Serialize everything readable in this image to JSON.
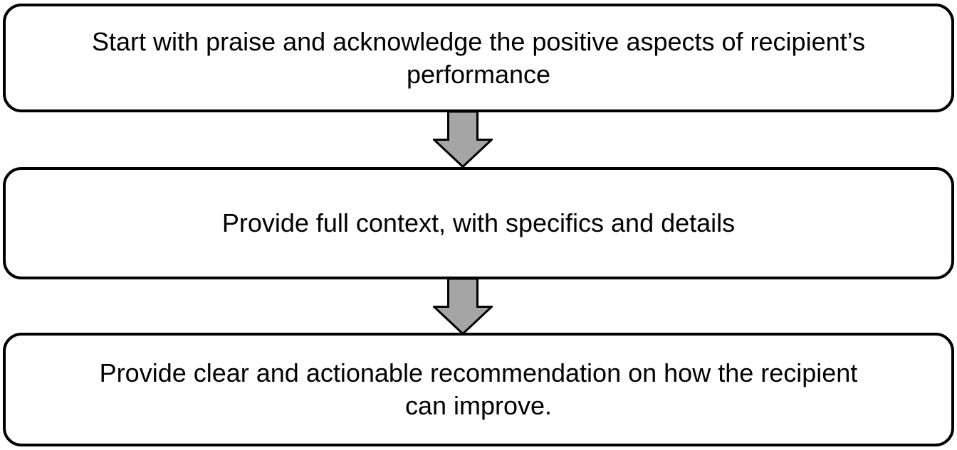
{
  "flowchart": {
    "steps": [
      {
        "text": "Start with praise and acknowledge the positive aspects of recipient’s\nperformance"
      },
      {
        "text": "Provide full context, with specifics and details"
      },
      {
        "text": "Provide clear and actionable recommendation on how the recipient\ncan improve."
      }
    ],
    "arrow_icon": "down-block-arrow",
    "colors": {
      "background": "#ffffff",
      "box_fill": "#ffffff",
      "box_border": "#000000",
      "text": "#000000",
      "arrow_fill": "#a5a5a5",
      "arrow_stroke": "#000000"
    }
  }
}
